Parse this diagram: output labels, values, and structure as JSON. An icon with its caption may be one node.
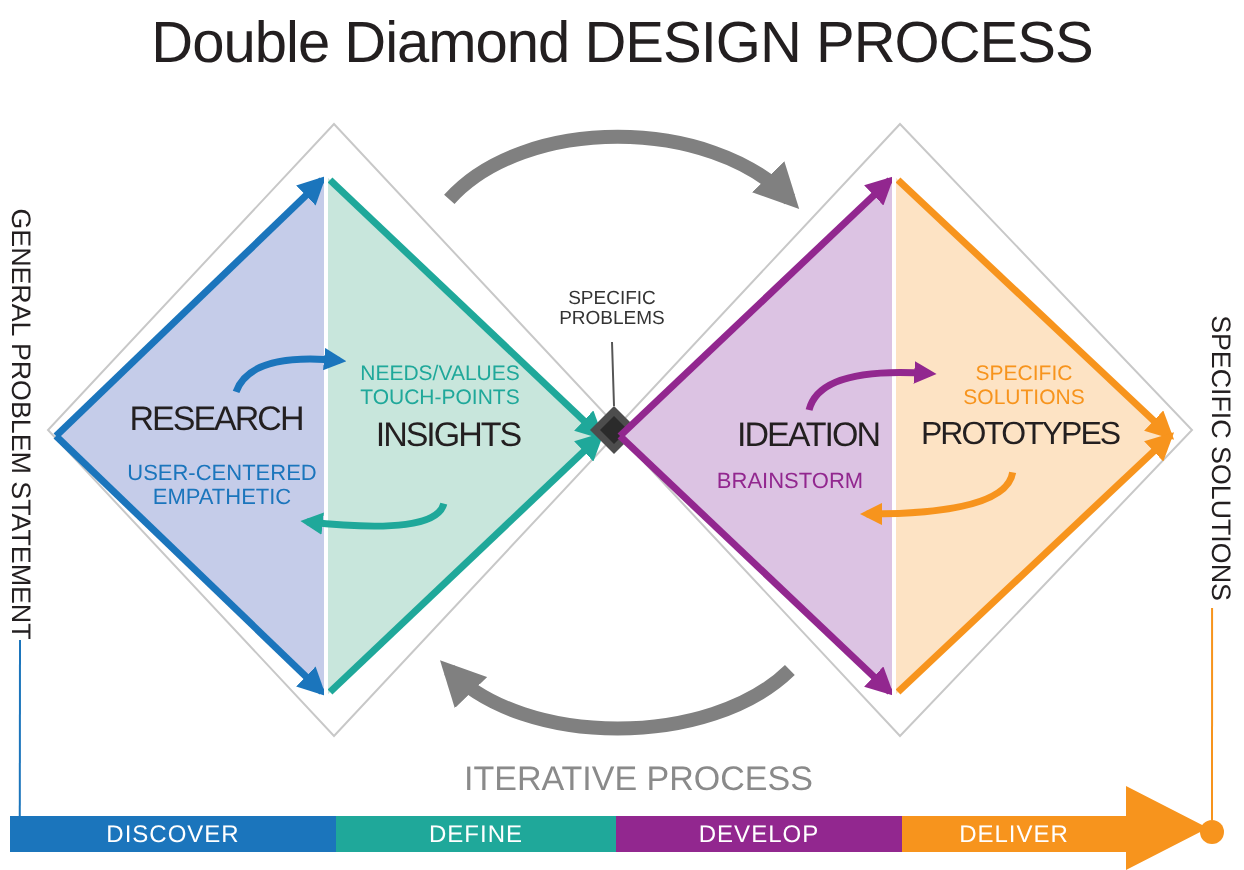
{
  "diagram": {
    "title": "Double Diamond DESIGN PROCESS",
    "nodes": [
      {
        "text": [
          "RESEARCH",
          "USER-CENTERED EMPATHETIC"
        ]
      },
      {
        "text": [
          "NEEDS/VALUES TOUCH-POINTS",
          "INSIGHTS"
        ]
      },
      {
        "text": [
          "SPECIFIC PROBLEMS"
        ]
      },
      {
        "text": [],
        "shape": "diamond"
      },
      {
        "text": [
          "IDEATION",
          "BRAINSTORM"
        ]
      },
      {
        "text": [
          "SPECIFIC SOLUTIONS",
          "PROTOTYPES"
        ]
      },
      {
        "text": [
          "GENERAL PROBLEM STATEMENT"
        ]
      },
      {
        "text": [
          "SPECIFIC SOLUTIONS"
        ]
      },
      {
        "text": [
          "DISCOVER"
        ]
      },
      {
        "text": [
          "DEFINE"
        ]
      },
      {
        "text": [
          "DEVELOP"
        ]
      },
      {
        "text": [
          "DELIVER"
        ]
      },
      {
        "text": [],
        "shape": "circle"
      }
    ],
    "edges": [
      {
        "from": 0,
        "to": 1,
        "arrow": "to",
        "color": "#1b75bc"
      },
      {
        "from": 1,
        "to": 0,
        "arrow": "to",
        "color": "#1fa89a"
      },
      {
        "from": 4,
        "to": 5,
        "arrow": "to",
        "color": "#92278f"
      },
      {
        "from": 5,
        "to": 4,
        "arrow": "to",
        "color": "#f7941d"
      },
      {
        "from": 1,
        "to": 4,
        "arrow": "to",
        "style": "thick",
        "color": "#808080"
      },
      {
        "from": 4,
        "to": 1,
        "arrow": "to",
        "style": "thick",
        "color": "#808080"
      },
      {
        "from": 2,
        "to": 3,
        "arrow": "none",
        "color": "#555555"
      },
      {
        "from": 6,
        "to": 8,
        "arrow": "none",
        "color": "#1b75bc"
      },
      {
        "from": 7,
        "to": 12,
        "arrow": "none",
        "color": "#f7941d"
      }
    ],
    "labels": [
      "ITERATIVE PROCESS"
    ]
  }
}
